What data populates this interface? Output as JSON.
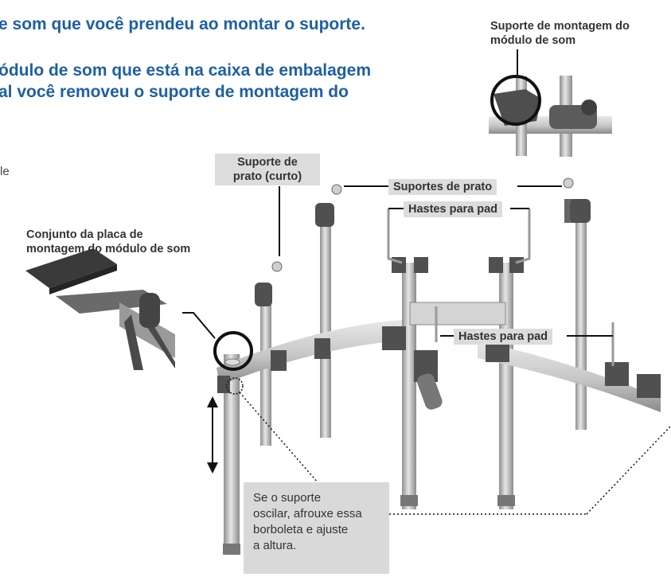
{
  "instructions": {
    "line1": "e som que você prendeu ao montar o suporte.",
    "line2": "ódulo de som que está na caixa de embalagem",
    "line3": "al você removeu o suporte de montagem do",
    "fragment": "le"
  },
  "callouts": {
    "sound_module_mount": [
      "Suporte de montagem do",
      "módulo de som"
    ],
    "mount_plate_assembly": [
      "Conjunto da placa de",
      "montagem do módulo de som"
    ],
    "cymbal_holder_short": [
      "Suporte de",
      "prato (curto)"
    ],
    "cymbal_holders": "Suportes de prato",
    "pad_rods_top": "Hastes para pad",
    "pad_rods_right": "Hastes para pad"
  },
  "note": {
    "lines": [
      "Se o suporte",
      "oscilar, afrouxe essa",
      "borboleta e ajuste",
      "a altura."
    ]
  },
  "colors": {
    "heading": "#1f5fa3",
    "chip": "#dcdcdc",
    "pipe": "#b9b9b9",
    "bracket": "#555555"
  }
}
